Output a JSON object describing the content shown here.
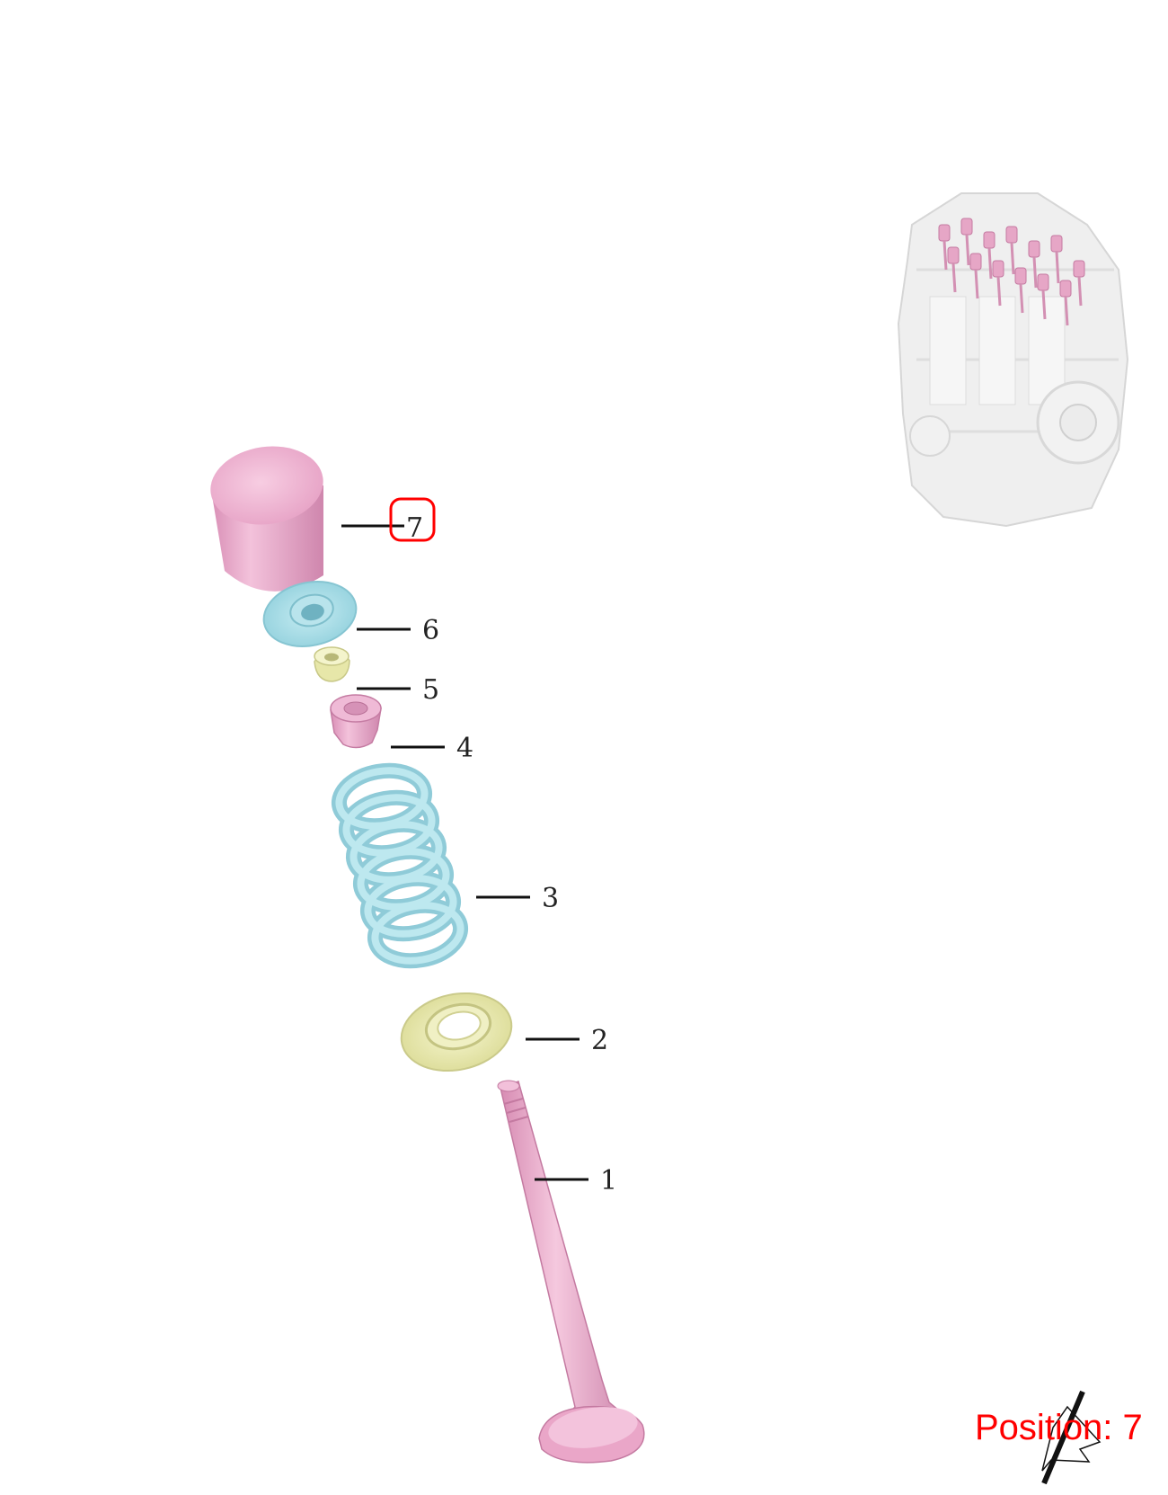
{
  "callouts": [
    {
      "id": "valve",
      "number": "1"
    },
    {
      "id": "spring-seat",
      "number": "2"
    },
    {
      "id": "spring",
      "number": "3"
    },
    {
      "id": "stem-seal",
      "number": "4"
    },
    {
      "id": "valve-keeper",
      "number": "5"
    },
    {
      "id": "spring-retainer",
      "number": "6"
    },
    {
      "id": "tappet",
      "number": "7"
    }
  ],
  "position_label": "Position: 7",
  "highlighted_callout": "7",
  "colors": {
    "pink": "#eaa6c8",
    "blue": "#a9dde6",
    "yellow": "#eaeab0",
    "highlight": "#ff0000",
    "text": "#222222"
  },
  "icons": [
    "engine-thumbnail-icon",
    "pencil-arrow-icon"
  ]
}
